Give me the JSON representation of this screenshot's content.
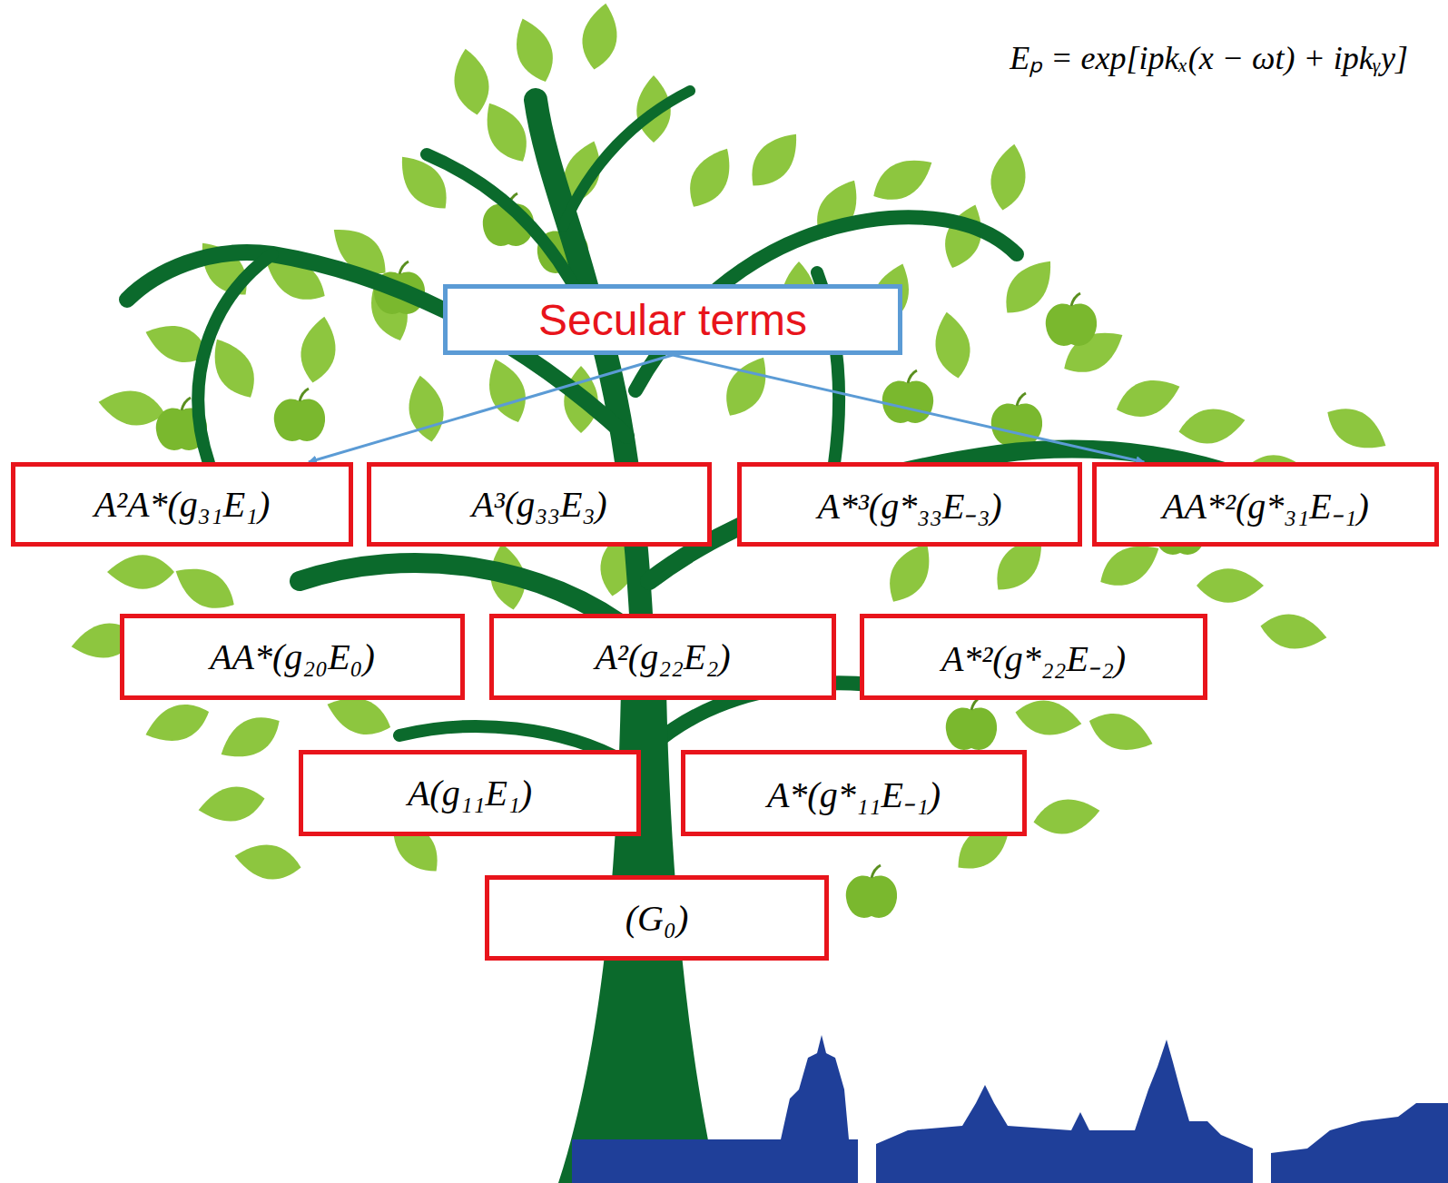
{
  "diagram": {
    "nodes": [
      {
        "text": [
          "Secular terms"
        ]
      },
      {
        "text": [
          "A²A*(g₃₁E₁)"
        ]
      },
      {
        "text": [
          "A³(g₃₃E₃)"
        ]
      },
      {
        "text": [
          "A*³(g*₃₃E₋₃)"
        ]
      },
      {
        "text": [
          "AA*²(g*₃₁E₋₁)"
        ]
      },
      {
        "text": [
          "AA*(g₂₀E₀)"
        ]
      },
      {
        "text": [
          "A²(g₂₂E₂)"
        ]
      },
      {
        "text": [
          "A*²(g*₂₂E₋₂)"
        ]
      },
      {
        "text": [
          "A(g₁₁E₁)"
        ]
      },
      {
        "text": [
          "A*(g*₁₁E₋₁)"
        ]
      },
      {
        "text": [
          "(G₀)"
        ]
      }
    ],
    "edges": [
      {
        "from": 0,
        "to": 1,
        "arrow": "to"
      },
      {
        "from": 0,
        "to": 4,
        "arrow": "to"
      }
    ],
    "labels": [
      "Eₚ = exp[ipkₓ(x − ωt) + ipkᵧy]"
    ]
  }
}
